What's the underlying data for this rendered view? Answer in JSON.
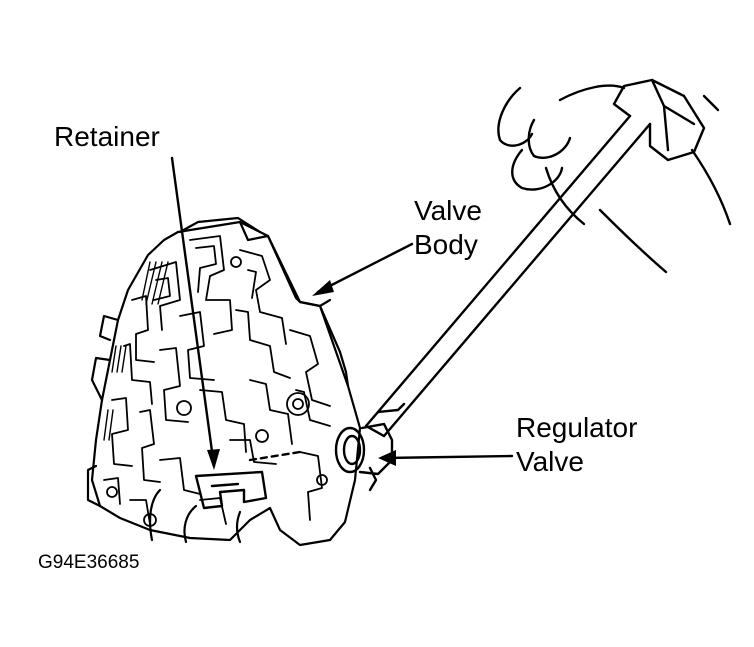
{
  "labels": {
    "retainer": "Retainer",
    "valve_body_line1": "Valve",
    "valve_body_line2": "Body",
    "regulator_line1": "Regulator",
    "regulator_line2": "Valve"
  },
  "figure_code": "G94E36685",
  "colors": {
    "ink": "#000000",
    "paper": "#ffffff"
  }
}
